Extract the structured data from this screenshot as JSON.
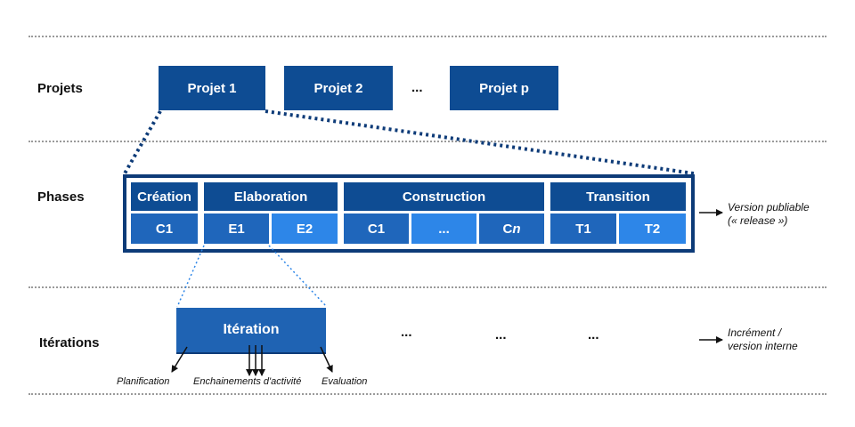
{
  "rows": {
    "projects": "Projets",
    "phases": "Phases",
    "iterations": "Itérations"
  },
  "projects": {
    "p1": "Projet 1",
    "p2": "Projet 2",
    "ellipsis": "...",
    "pn": "Projet p"
  },
  "phases": {
    "creation": "Création",
    "elaboration": "Elaboration",
    "construction": "Construction",
    "transition": "Transition"
  },
  "phase_iterations": {
    "c1": "C1",
    "e1": "E1",
    "e2": "E2",
    "cc1": "C1",
    "cdots": "...",
    "cn_prefix": "C",
    "cn_suffix": "n",
    "t1": "T1",
    "t2": "T2"
  },
  "notes": {
    "release_line1": "Version publiable",
    "release_line2": "(« release »)",
    "increment_line1": "Incrément /",
    "increment_line2": "version interne"
  },
  "iteration": {
    "label": "Itération",
    "dots1": "...",
    "dots2": "...",
    "dots3": "..."
  },
  "captions": {
    "planning": "Planification",
    "workflows": "Enchainements d'activité",
    "evaluation": "Evaluation"
  },
  "colors": {
    "dark_blue": "#0e4c93",
    "frame_blue": "#0d3b78",
    "mid_blue": "#1f66bb",
    "light_blue": "#2d86e8"
  }
}
